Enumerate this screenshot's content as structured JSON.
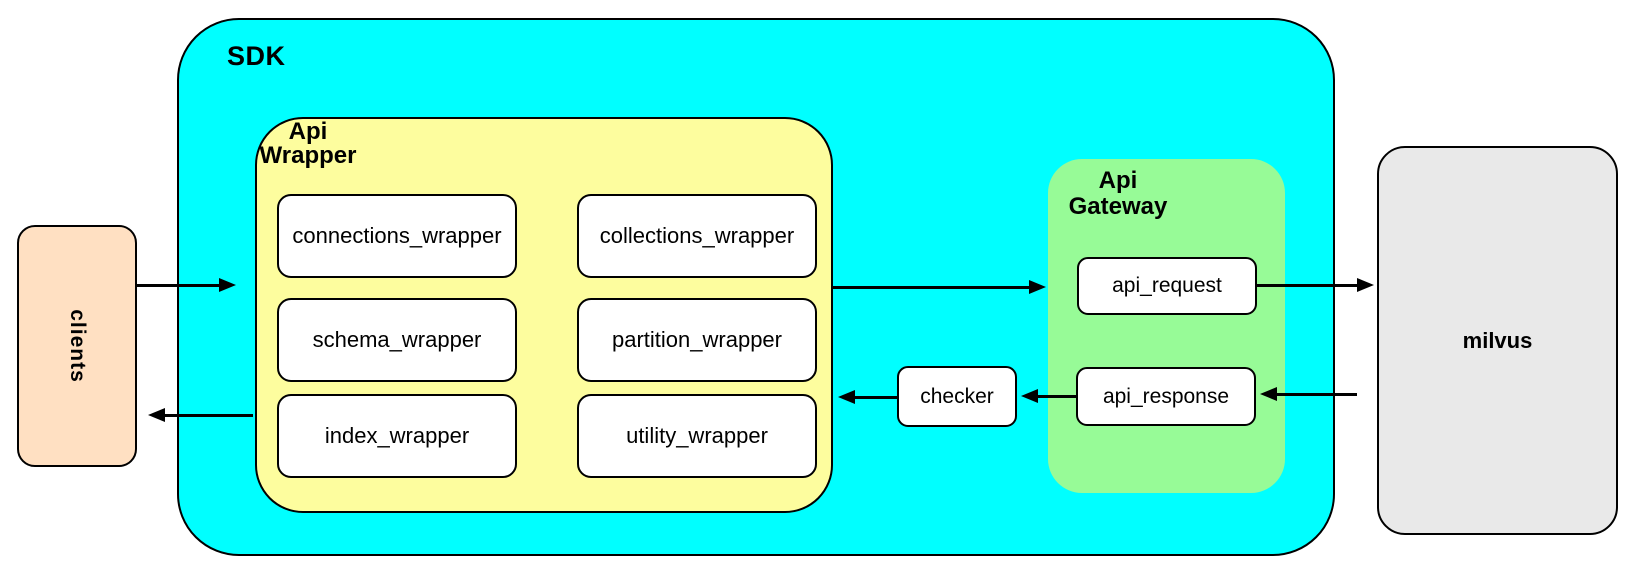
{
  "colors": {
    "sdk_fill": "#00FFFF",
    "wrapper_fill": "#FDFD9E",
    "gateway_fill": "#97FB97",
    "clients_fill": "#FFE0C2",
    "milvus_fill": "#E9E9E9",
    "node_fill": "#FFFFFF",
    "border": "#000000"
  },
  "sdk": {
    "label": "SDK"
  },
  "clients": {
    "label": "clients"
  },
  "api_wrapper": {
    "title": [
      "Api",
      "Wrapper"
    ],
    "boxes": [
      "connections_wrapper",
      "collections_wrapper",
      "schema_wrapper",
      "partition_wrapper",
      "index_wrapper",
      "utility_wrapper"
    ]
  },
  "checker": {
    "label": "checker"
  },
  "api_gateway": {
    "title": [
      "Api",
      "Gateway"
    ],
    "boxes": [
      "api_request",
      "api_response"
    ]
  },
  "milvus": {
    "label": "milvus"
  }
}
